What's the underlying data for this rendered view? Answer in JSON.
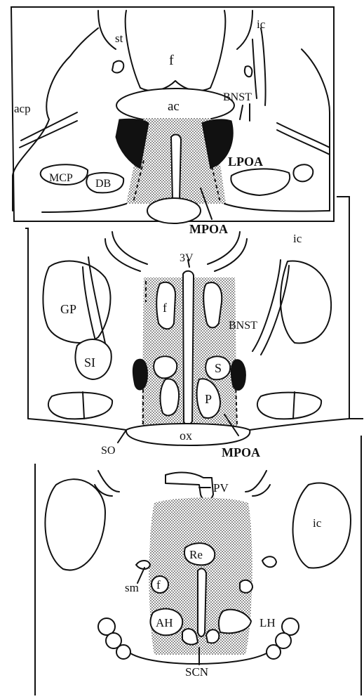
{
  "colors": {
    "ink": "#111111",
    "paper": "#ffffff",
    "stipple": "#444444"
  },
  "panels": [
    {
      "id": "top",
      "labels": {
        "st": "st",
        "f": "f",
        "ic": "ic",
        "ac": "ac",
        "bnst": "BNST",
        "acp": "acp",
        "lpoa": "LPOA",
        "mcp": "MCP",
        "db": "DB",
        "mpoa": "MPOA"
      }
    },
    {
      "id": "middle",
      "labels": {
        "ic": "ic",
        "v3": "3V",
        "gp": "GP",
        "f": "f",
        "bnst": "BNST",
        "si": "SI",
        "s": "S",
        "p": "P",
        "so": "SO",
        "ox": "ox",
        "mpoa": "MPOA"
      }
    },
    {
      "id": "bottom",
      "labels": {
        "pv": "PV",
        "ic": "ic",
        "re": "Re",
        "sm": "sm",
        "f": "f",
        "ah": "AH",
        "lh": "LH",
        "scn": "SCN"
      }
    }
  ]
}
